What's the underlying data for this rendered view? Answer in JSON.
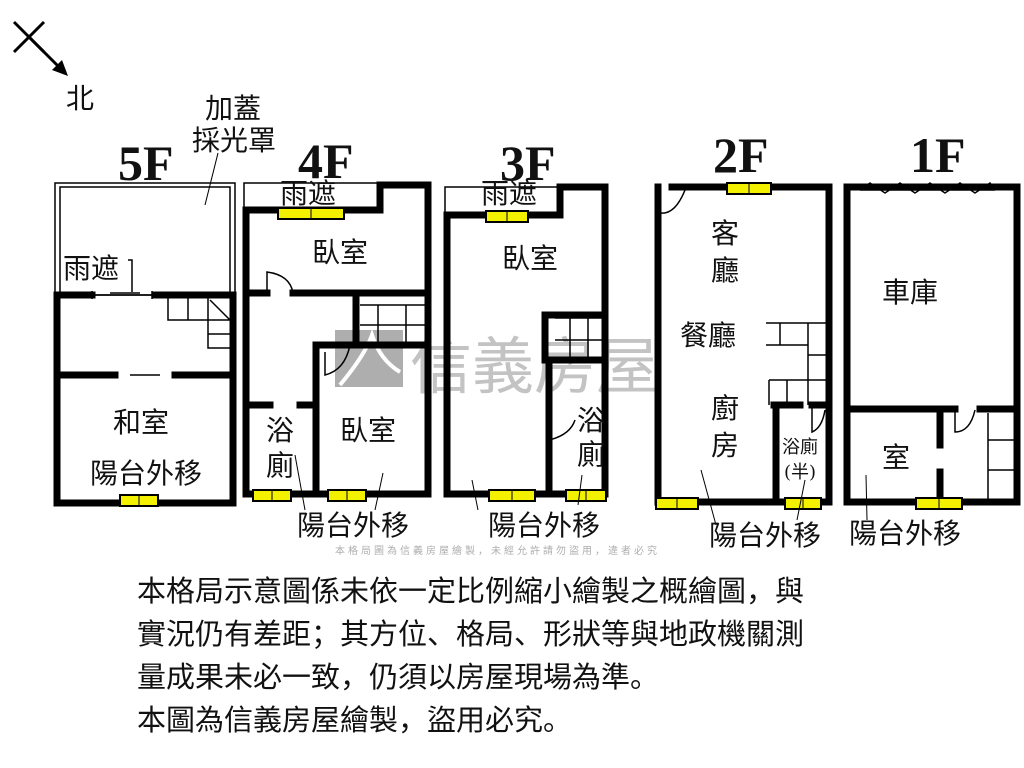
{
  "compass": {
    "north_label": "北",
    "icon": "north-arrow"
  },
  "floors": [
    {
      "label": "5F",
      "rooms": [
        "和室",
        "陽台外移",
        "雨遮"
      ],
      "annotation": [
        "加蓋",
        "採光罩"
      ]
    },
    {
      "label": "4F",
      "rooms": [
        "臥室",
        "浴",
        "廁",
        "臥室",
        "雨遮"
      ],
      "annotation": "陽台外移"
    },
    {
      "label": "3F",
      "rooms": [
        "臥室",
        "浴",
        "廁",
        "雨遮"
      ],
      "annotation": "陽台外移"
    },
    {
      "label": "2F",
      "rooms": [
        "客",
        "廳",
        "餐廳",
        "廚",
        "房",
        "浴廁",
        "(半)"
      ],
      "annotation": "陽台外移"
    },
    {
      "label": "1F",
      "rooms": [
        "車庫",
        "室"
      ],
      "annotation": "陽台外移"
    }
  ],
  "watermark": {
    "brand": "信義房屋",
    "small": "本格局圖為信義房屋繪製，未經允許請勿盜用，違者必究"
  },
  "colors": {
    "window": "#f3f000",
    "wall": "#000000"
  },
  "disclaimer": [
    "本格局示意圖係未依一定比例縮小繪製之概繪圖，與",
    "實況仍有差距；其方位、格局、形狀等與地政機關測",
    "量成果未必一致，仍須以房屋現場為準。",
    "本圖為信義房屋繪製，盜用必究。"
  ]
}
